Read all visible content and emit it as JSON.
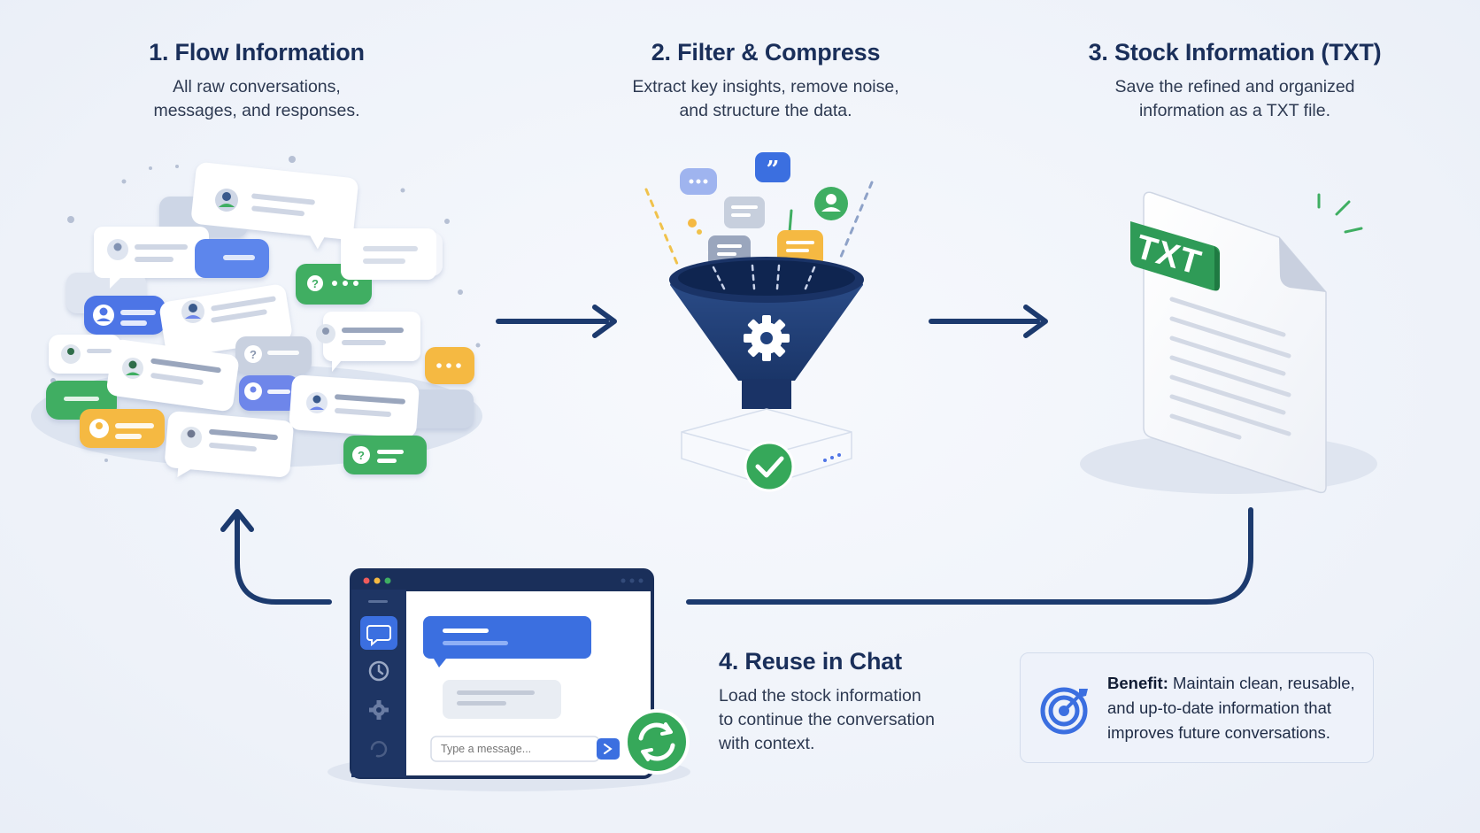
{
  "steps": [
    {
      "title": "1. Flow Information",
      "desc_line1": "All raw conversations,",
      "desc_line2": "messages, and responses."
    },
    {
      "title": "2. Filter & Compress",
      "desc_line1": "Extract key insights, remove noise,",
      "desc_line2": "and structure the data."
    },
    {
      "title": "3. Stock Information (TXT)",
      "desc_line1": "Save the refined and organized",
      "desc_line2": "information as a TXT file."
    },
    {
      "title": "4. Reuse in Chat",
      "desc_line1": "Load the stock information",
      "desc_line2": "to continue the conversation",
      "desc_line3": "with context."
    }
  ],
  "benefit": {
    "label": "Benefit:",
    "text_line1": " Maintain clean, reusable,",
    "text_line2": "and up-to-date information that",
    "text_line3": "improves future conversations.",
    "icon": "target-icon"
  },
  "txt_badge": "TXT",
  "chat_window": {
    "input_placeholder": "Type a message...",
    "sidebar_icons": [
      "chat-icon",
      "clock-icon",
      "gear-icon",
      "refresh-icon"
    ]
  },
  "colors": {
    "navy": "#1c3a6e",
    "blue": "#3b6fe0",
    "green": "#36a85a",
    "yellow": "#f6b93b",
    "light_blue": "#6b8ef0"
  }
}
